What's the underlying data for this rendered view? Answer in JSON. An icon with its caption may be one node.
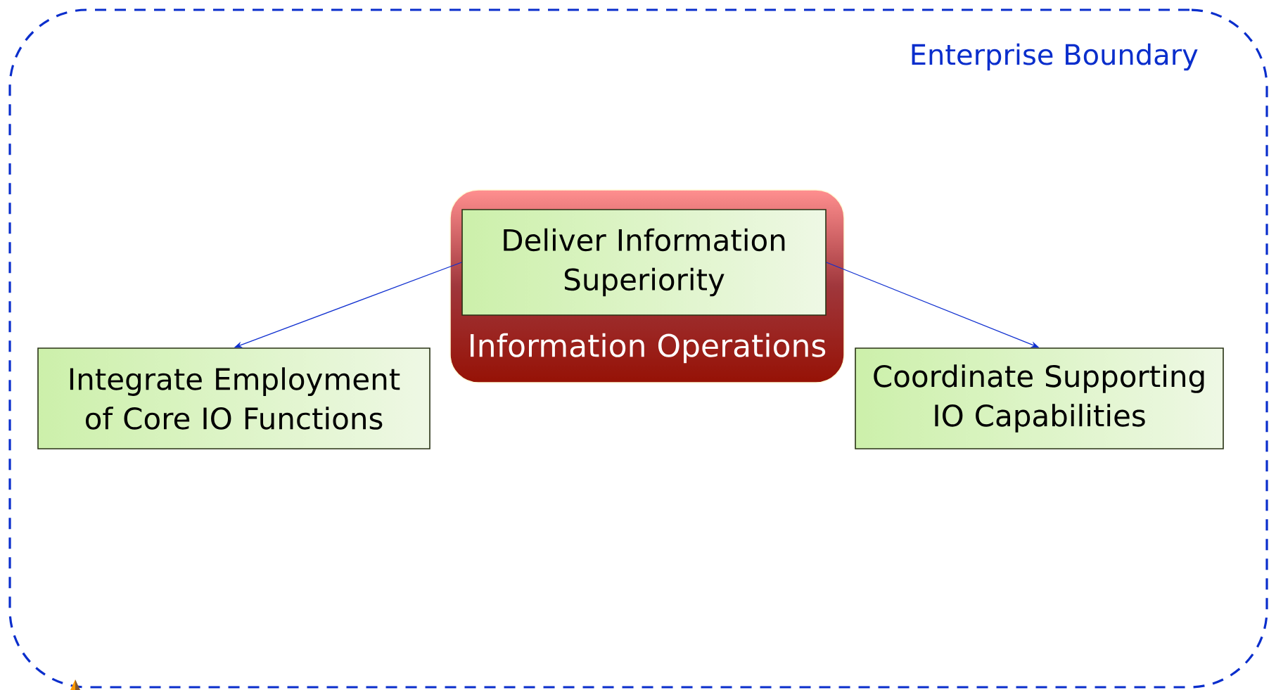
{
  "diagram": {
    "nodes": [
      {
        "text": [
          "Enterprise Boundary"
        ]
      },
      {
        "text": [
          "Information Operations"
        ],
        "in": 0
      },
      {
        "text": [
          "Deliver Information Superiority"
        ],
        "in": 1
      },
      {
        "text": [
          "Integrate Employment of Core IO Functions"
        ],
        "in": 0
      },
      {
        "text": [
          "Coordinate Supporting IO Capabilities"
        ],
        "in": 0
      }
    ],
    "edges": [
      {
        "from": 2,
        "to": 3,
        "arrow": "to"
      },
      {
        "from": 2,
        "to": 4,
        "arrow": "to"
      }
    ]
  }
}
